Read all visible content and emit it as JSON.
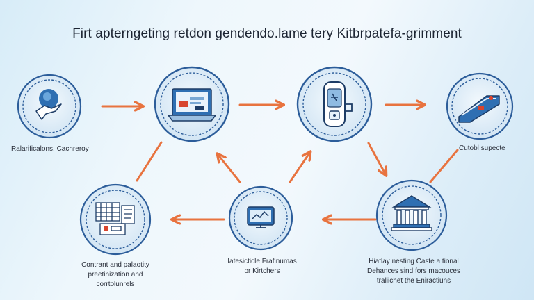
{
  "title": "Firt apterngeting retdon gendendo.lame tery Kitbrpatefa-grimment",
  "nodes": [
    {
      "id": "n1",
      "icon": "hand-coin-icon",
      "label": [
        "Ralarificalons, Cachreroy"
      ]
    },
    {
      "id": "n2",
      "icon": "laptop-screen-icon",
      "label": []
    },
    {
      "id": "n3",
      "icon": "device-lock-icon",
      "label": []
    },
    {
      "id": "n4",
      "icon": "card-ramp-icon",
      "label": [
        "Cutobl supecte"
      ]
    },
    {
      "id": "n5",
      "icon": "calendar-devices-icon",
      "label": [
        "Contrant and palaotity",
        "preetinization and",
        "corrtolunrels"
      ]
    },
    {
      "id": "n6",
      "icon": "monitor-chart-icon",
      "label": [
        "Iatesicticle Frafinumas",
        "or Kirtchers"
      ]
    },
    {
      "id": "n7",
      "icon": "bank-building-icon",
      "label": [
        "Hiatlay nesting Caste a tional",
        "Dehances sind fors macouces",
        "traliichet the Eniractiuns"
      ]
    }
  ],
  "colors": {
    "arrow": "#e8733f",
    "ring": "#2c5d9a",
    "node_fill": "#dcecf8",
    "icon_blue": "#2f6fb2",
    "icon_red": "#d8452f"
  }
}
